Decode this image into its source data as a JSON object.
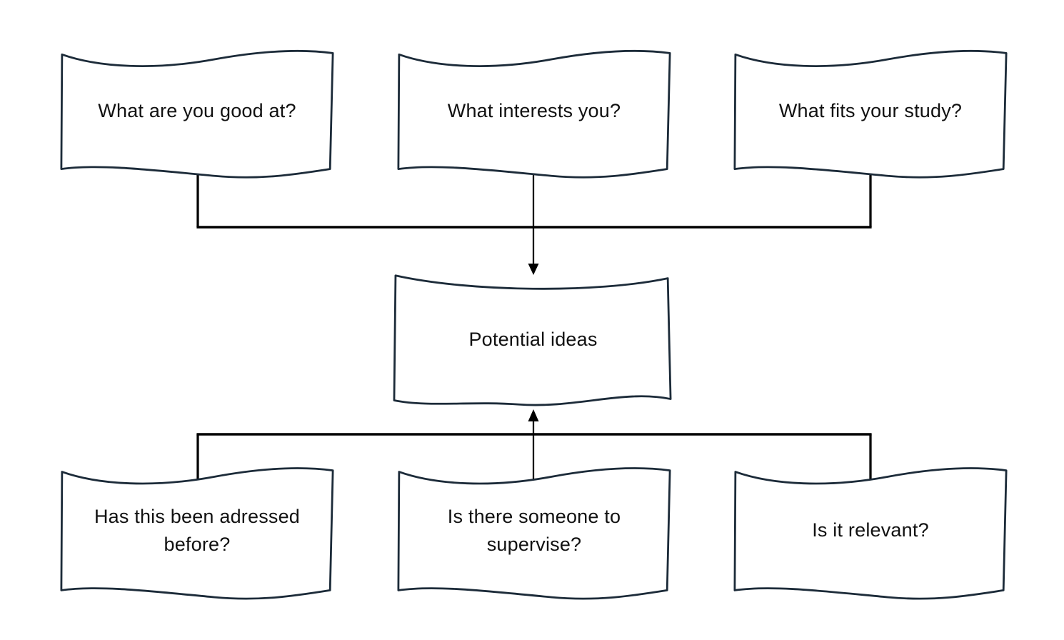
{
  "styles": {
    "box_outline": "#1c2b39",
    "connector_color": "#000000",
    "text_color": "#111111",
    "background": "#ffffff"
  },
  "nodes": {
    "top_row": [
      {
        "label": "What are you good at?"
      },
      {
        "label": "What interests you?"
      },
      {
        "label": "What fits your study?"
      }
    ],
    "center": {
      "label": "Potential ideas"
    },
    "bottom_row": [
      {
        "label": "Has this been adressed before?"
      },
      {
        "label": "Is there someone to supervise?"
      },
      {
        "label": "Is it relevant?"
      }
    ]
  }
}
